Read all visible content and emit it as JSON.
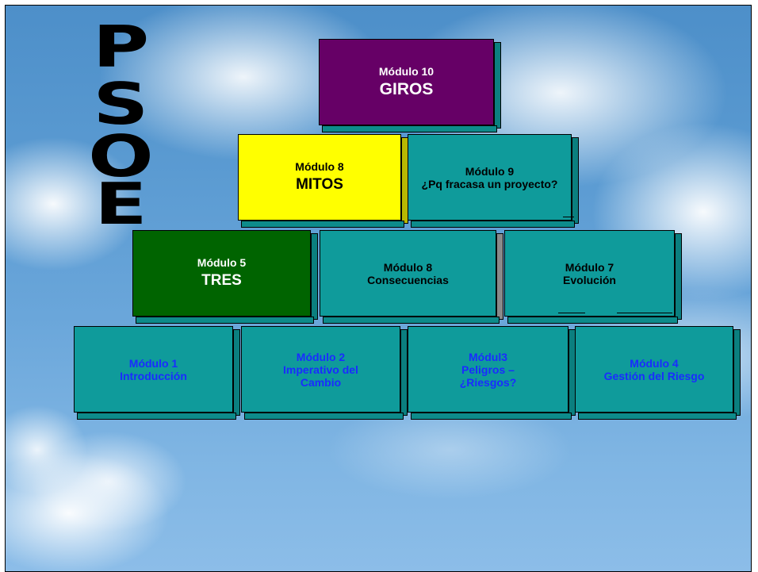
{
  "logo": {
    "letters": [
      "P",
      "S",
      "O",
      "E"
    ]
  },
  "pyramid": {
    "top": {
      "modulo": "Módulo 10",
      "title": "GIROS",
      "color": "#660066"
    },
    "row2": [
      {
        "modulo": "Módulo 8",
        "title": "MITOS",
        "color": "#ffff00"
      },
      {
        "modulo": "Módulo 9",
        "title": "¿Pq fracasa un proyecto?",
        "color": "#0f9b9b"
      }
    ],
    "row3": [
      {
        "modulo": "Módulo 5",
        "title": "TRES",
        "color": "#006400"
      },
      {
        "modulo": "Módulo 8",
        "title": "Consecuencias",
        "color": "#0f9b9b"
      },
      {
        "modulo": "Módulo 7",
        "title": "Evolución",
        "color": "#0f9b9b"
      }
    ],
    "row4": [
      {
        "line1": "Módulo 1",
        "line2": "Introducción",
        "line3": ""
      },
      {
        "line1": "Módulo 2",
        "line2": "Imperativo del",
        "line3": "Cambio"
      },
      {
        "line1": "Módul3",
        "line2": "Peligros –",
        "line3": "¿Riesgos?"
      },
      {
        "line1": "Módulo 4",
        "line2": "Gestión del Riesgo",
        "line3": ""
      }
    ]
  }
}
